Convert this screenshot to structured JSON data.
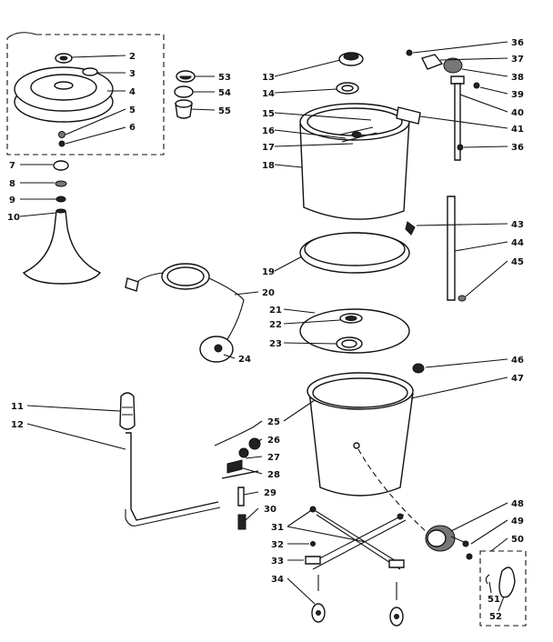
{
  "parts": [
    {
      "id": "p2",
      "label": "2"
    },
    {
      "id": "p3",
      "label": "3"
    },
    {
      "id": "p4",
      "label": "4"
    },
    {
      "id": "p5",
      "label": "5"
    },
    {
      "id": "p6",
      "label": "6"
    },
    {
      "id": "p7",
      "label": "7"
    },
    {
      "id": "p8",
      "label": "8"
    },
    {
      "id": "p9",
      "label": "9"
    },
    {
      "id": "p10",
      "label": "10"
    },
    {
      "id": "p11",
      "label": "11"
    },
    {
      "id": "p12",
      "label": "12"
    },
    {
      "id": "p13",
      "label": "13"
    },
    {
      "id": "p14",
      "label": "14"
    },
    {
      "id": "p15",
      "label": "15"
    },
    {
      "id": "p16",
      "label": "16"
    },
    {
      "id": "p17",
      "label": "17"
    },
    {
      "id": "p18",
      "label": "18"
    },
    {
      "id": "p19",
      "label": "19"
    },
    {
      "id": "p20",
      "label": "20"
    },
    {
      "id": "p21",
      "label": "21"
    },
    {
      "id": "p22",
      "label": "22"
    },
    {
      "id": "p23",
      "label": "23"
    },
    {
      "id": "p24",
      "label": "24"
    },
    {
      "id": "p25",
      "label": "25"
    },
    {
      "id": "p26",
      "label": "26"
    },
    {
      "id": "p27",
      "label": "27"
    },
    {
      "id": "p28",
      "label": "28"
    },
    {
      "id": "p29",
      "label": "29"
    },
    {
      "id": "p30",
      "label": "30"
    },
    {
      "id": "p31",
      "label": "31"
    },
    {
      "id": "p32",
      "label": "32"
    },
    {
      "id": "p33",
      "label": "33"
    },
    {
      "id": "p34",
      "label": "34"
    },
    {
      "id": "p36a",
      "label": "36"
    },
    {
      "id": "p37",
      "label": "37"
    },
    {
      "id": "p38a",
      "label": "38"
    },
    {
      "id": "p39",
      "label": "39"
    },
    {
      "id": "p40",
      "label": "40"
    },
    {
      "id": "p41",
      "label": "41"
    },
    {
      "id": "p36b",
      "label": "36"
    },
    {
      "id": "p43",
      "label": "43"
    },
    {
      "id": "p44",
      "label": "44"
    },
    {
      "id": "p45",
      "label": "45"
    },
    {
      "id": "p46",
      "label": "46"
    },
    {
      "id": "p47",
      "label": "47"
    },
    {
      "id": "p48",
      "label": "48"
    },
    {
      "id": "p49",
      "label": "49"
    },
    {
      "id": "p50",
      "label": "50"
    },
    {
      "id": "p51",
      "label": "51"
    },
    {
      "id": "p52",
      "label": "52"
    },
    {
      "id": "p53",
      "label": "53"
    },
    {
      "id": "p54",
      "label": "54"
    },
    {
      "id": "p55",
      "label": "55"
    }
  ],
  "colors": {
    "ink": "#111111",
    "paper": "#ffffff"
  }
}
